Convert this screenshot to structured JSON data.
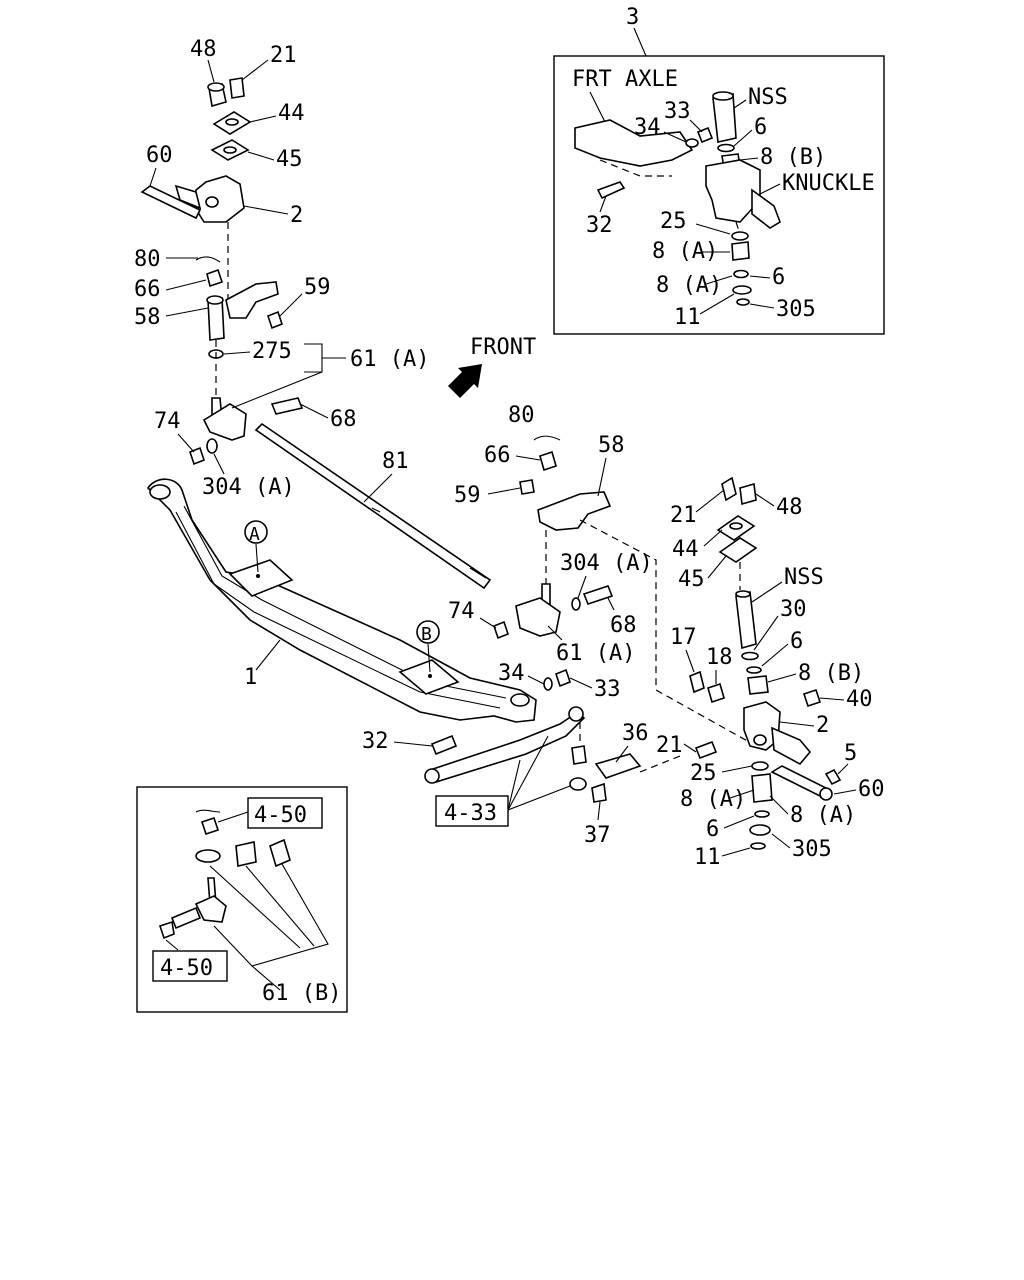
{
  "labels": {
    "inset_no": "3",
    "frt_axle": "FRT AXLE",
    "nss_inset": "NSS",
    "knuckle": "KNUCKLE",
    "front": "FRONT",
    "p48a": "48",
    "p21a": "21",
    "p44a": "44",
    "p45a": "45",
    "p60a": "60",
    "p2a": "2",
    "p80a": "80",
    "p66a": "66",
    "p59a": "59",
    "p58a": "58",
    "p275": "275",
    "p61a_top": "61 (A)",
    "p74a": "74",
    "p68a": "68",
    "p304a_left": "304 (A)",
    "p81": "81",
    "p80b": "80",
    "p66b": "66",
    "p58b": "58",
    "p59b": "59",
    "p304a_mid": "304 (A)",
    "p74b": "74",
    "p68b": "68",
    "p61a_mid": "61 (A)",
    "p1": "1",
    "p34": "34",
    "p33": "33",
    "p32": "32",
    "p36": "36",
    "p37": "37",
    "p21b": "21",
    "p48b": "48",
    "p44b": "44",
    "p45b": "45",
    "nss_right": "NSS",
    "p30": "30",
    "p6a": "6",
    "p8b": "8 (B)",
    "p17": "17",
    "p18": "18",
    "p40": "40",
    "p21c": "21",
    "p2b": "2",
    "p5": "5",
    "p25": "25",
    "p8a_l": "8 (A)",
    "p8a_r": "8 (A)",
    "p60b": "60",
    "p6b": "6",
    "p11": "11",
    "p305": "305",
    "in33": "33",
    "in34": "34",
    "in6a": "6",
    "in8b": "8 (B)",
    "in32": "32",
    "in25": "25",
    "in8a1": "8 (A)",
    "in8a2": "8 (A)",
    "in6b": "6",
    "in11": "11",
    "in305": "305",
    "ref_433": "4-33",
    "ref_450_top": "4-50",
    "ref_450_bottom": "4-50",
    "p61b": "61 (B)",
    "mark_a": "A",
    "mark_b": "B"
  }
}
